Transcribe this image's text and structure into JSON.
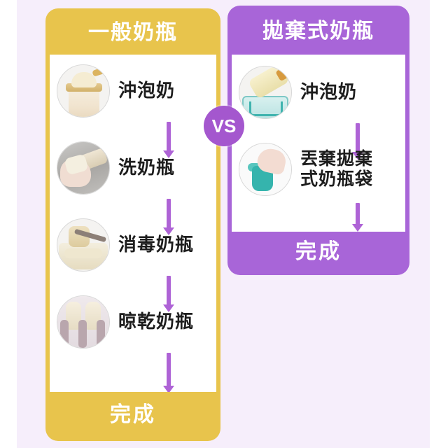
{
  "colors": {
    "background": "#ffffff",
    "panel_background": "#f6eefb",
    "left_card": "#e8c44c",
    "right_card": "#a865d8",
    "arrow": "#ae63d6",
    "vs_badge": "#a457ce",
    "text": "#1d1d1d",
    "card_title_text": "#ffffff"
  },
  "comparison": {
    "vs_label": "VS",
    "left": {
      "title": "一般奶瓶",
      "footer": "完成",
      "steps": [
        {
          "label": "沖泡奶",
          "image": "bottle-with-formula-scoop-photo"
        },
        {
          "label": "洗奶瓶",
          "image": "hand-washing-bottle-photo"
        },
        {
          "label": "消毒奶瓶",
          "image": "sterilizing-bottle-in-pot-photo"
        },
        {
          "label": "晾乾奶瓶",
          "image": "bottles-on-drying-rack-photo"
        }
      ]
    },
    "right": {
      "title": "拋棄式奶瓶",
      "footer": "完成",
      "steps": [
        {
          "label": "沖泡奶",
          "image": "pouring-formula-into-disposable-bag-photo"
        },
        {
          "label": "丟棄拋棄\n式奶瓶袋",
          "image": "hand-discarding-disposable-bag-photo"
        }
      ]
    }
  }
}
